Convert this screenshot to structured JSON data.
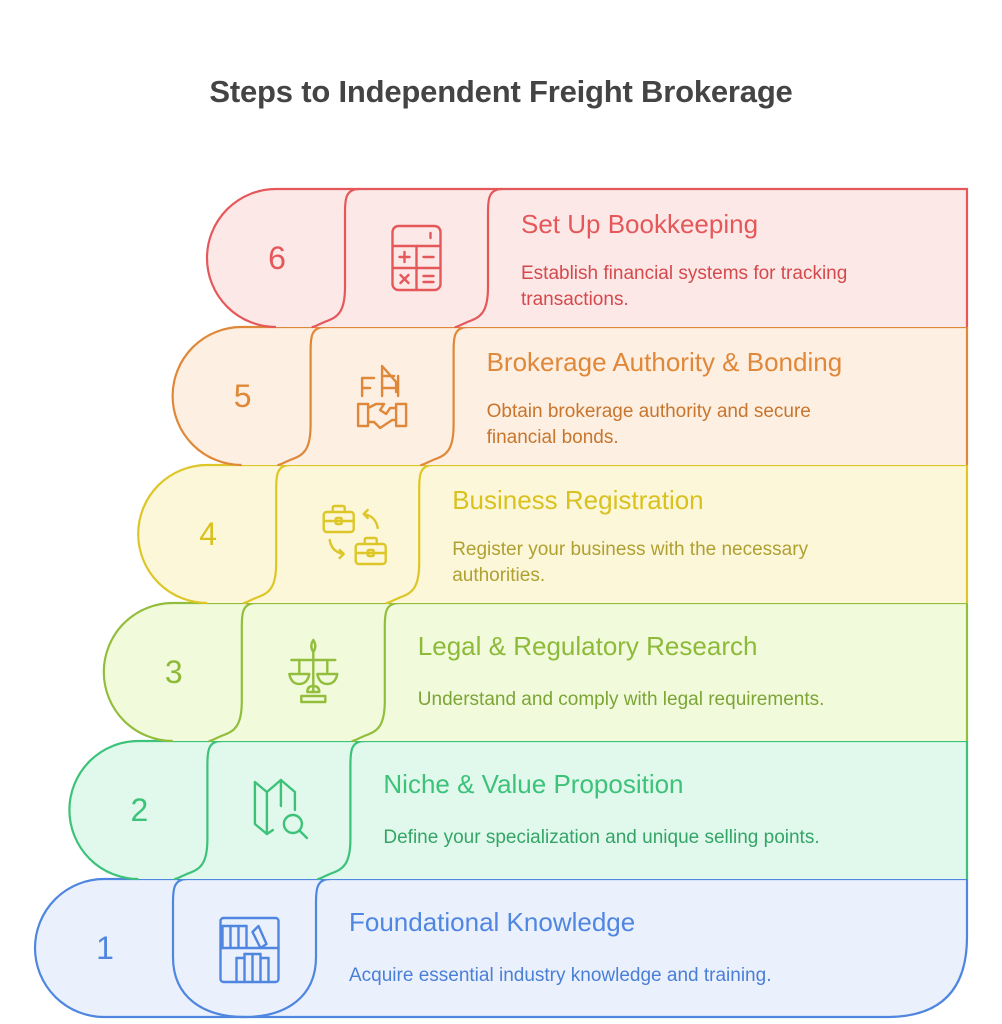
{
  "title": "Steps to Independent Freight Brokerage",
  "steps": [
    {
      "number": "6",
      "heading": "Set Up Bookkeeping",
      "description_lines": [
        "Establish financial systems for tracking",
        "transactions."
      ],
      "icon": "calculator-icon",
      "colors": {
        "stroke": "#E5585A",
        "fill": "#FDE8E8",
        "text": "#E5585A",
        "desc": "#D5494C"
      }
    },
    {
      "number": "5",
      "heading": "Brokerage Authority & Bonding",
      "description_lines": [
        "Obtain brokerage authority and secure",
        "financial bonds."
      ],
      "icon": "building-handshake-icon",
      "colors": {
        "stroke": "#E0883A",
        "fill": "#FDEFE2",
        "text": "#E0883A",
        "desc": "#C8762D"
      }
    },
    {
      "number": "4",
      "heading": "Business Registration",
      "description_lines": [
        "Register your business with the necessary",
        "authorities."
      ],
      "icon": "briefcase-exchange-icon",
      "colors": {
        "stroke": "#DDC627",
        "fill": "#FDF7D9",
        "text": "#D9C21F",
        "desc": "#AFA032"
      }
    },
    {
      "number": "3",
      "heading": "Legal & Regulatory Research",
      "description_lines": [
        "Understand and comply with legal requirements."
      ],
      "icon": "scales-icon",
      "colors": {
        "stroke": "#93BE3D",
        "fill": "#F1FBDC",
        "text": "#8DBA38",
        "desc": "#7CA535"
      }
    },
    {
      "number": "2",
      "heading": "Niche & Value Proposition",
      "description_lines": [
        "Define your specialization and unique selling points."
      ],
      "icon": "map-search-icon",
      "colors": {
        "stroke": "#3DC27A",
        "fill": "#E1F9EC",
        "text": "#3DC27A",
        "desc": "#34A567"
      }
    },
    {
      "number": "1",
      "heading": "Foundational Knowledge",
      "description_lines": [
        "Acquire essential industry knowledge and training."
      ],
      "icon": "bookshelf-icon",
      "colors": {
        "stroke": "#4F86E0",
        "fill": "#EBF1FC",
        "text": "#4F86E0",
        "desc": "#4A7FD6"
      }
    }
  ]
}
